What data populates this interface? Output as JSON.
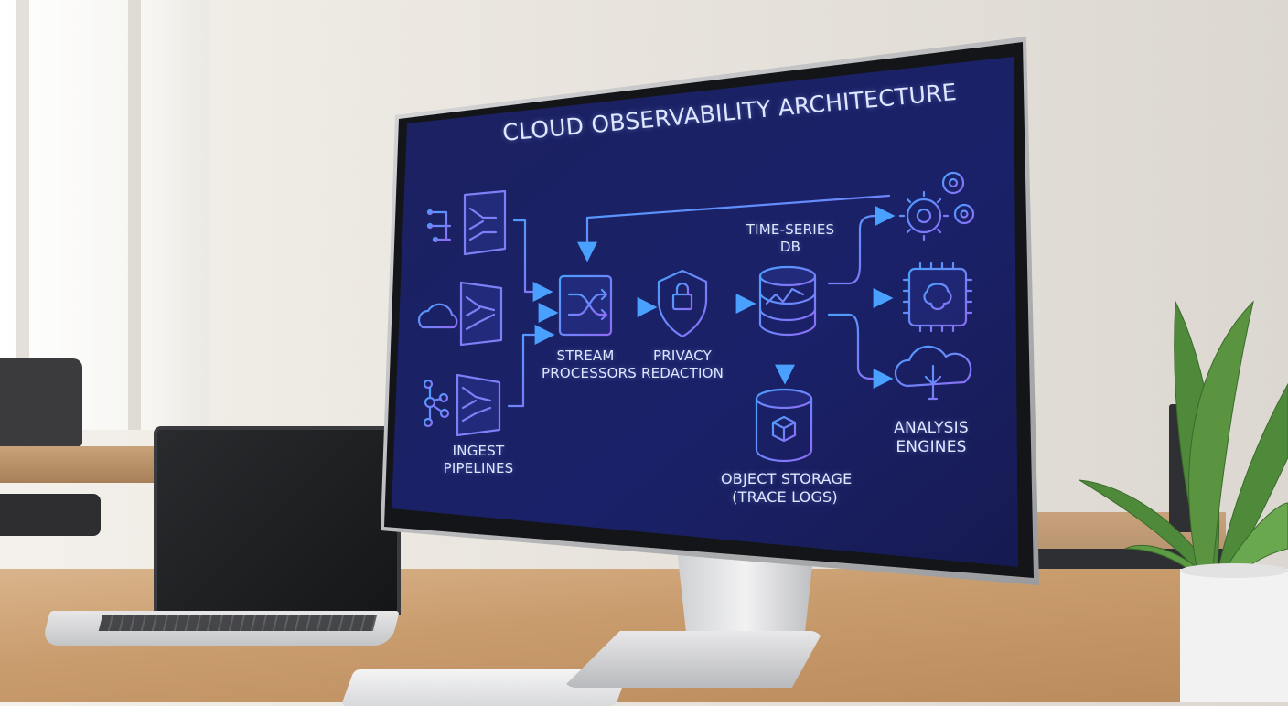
{
  "diagram": {
    "title": "CLOUD OBSERVABILITY ARCHITECTURE",
    "nodes": {
      "ingest": {
        "line1": "INGEST",
        "line2": "PIPELINES",
        "icon": "funnel-filter-icon"
      },
      "stream": {
        "line1": "STREAM",
        "line2": "PROCESSORS",
        "icon": "shuffle-icon"
      },
      "privacy": {
        "line1": "PRIVACY",
        "line2": "REDACTION",
        "icon": "shield-lock-icon"
      },
      "tsdb": {
        "line1": "TIME-SERIES",
        "line2": "DB",
        "icon": "database-chart-icon"
      },
      "object_storage": {
        "line1": "OBJECT STORAGE",
        "line2": "(TRACE LOGS)",
        "icon": "database-cube-icon"
      },
      "analysis": {
        "line1": "ANALYSIS",
        "line2": "ENGINES",
        "icon": "cloud-brain-icon"
      }
    },
    "source_icons": [
      "network-nodes-icon",
      "cloud-icon",
      "hub-graph-icon"
    ],
    "output_icons": [
      "gears-icon",
      "ai-chip-icon",
      "cloud-brain-icon"
    ],
    "colors": {
      "screen_bg": "#1a2168",
      "accent_blue": "#4aa0ff",
      "accent_violet": "#8e6cf6",
      "text": "#dfe6ff"
    }
  }
}
